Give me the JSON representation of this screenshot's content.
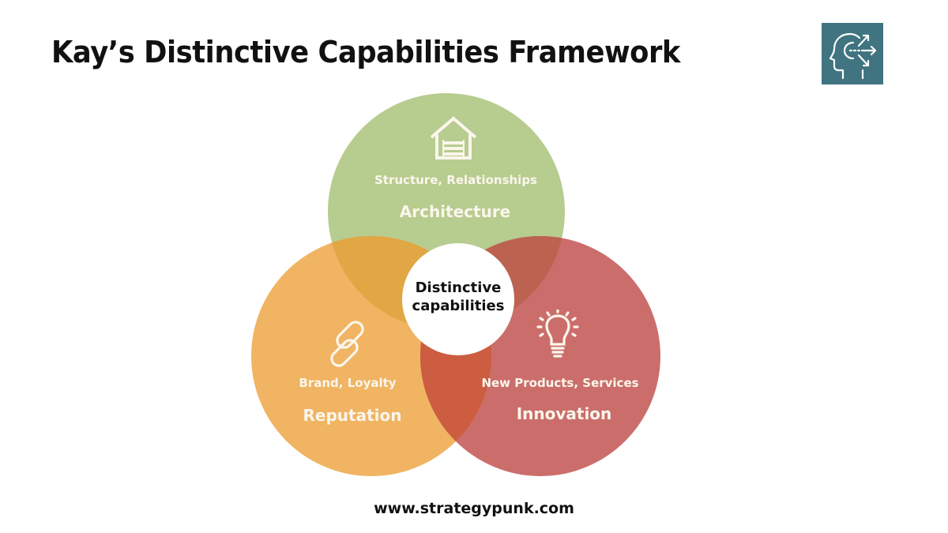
{
  "header": {
    "title": "Kay’s Distinctive Capabilities Framework",
    "logo_icon": "head-with-arrows-icon",
    "logo_bg_color": "#3f7480"
  },
  "diagram": {
    "type": "venn-3",
    "center": {
      "line1": "Distinctive",
      "line2": "capabilities"
    },
    "circles": [
      {
        "key": "architecture",
        "title": "Architecture",
        "subtitle": "Structure, Relationships",
        "icon": "garage-house-icon",
        "color": "#b7cc8f"
      },
      {
        "key": "reputation",
        "title": "Reputation",
        "subtitle": "Brand, Loyalty",
        "icon": "chain-link-icon",
        "color": "#f0b463"
      },
      {
        "key": "innovation",
        "title": "Innovation",
        "subtitle": "New Products, Services",
        "icon": "lightbulb-icon",
        "color": "#cb6e6b"
      }
    ],
    "overlap_colors": {
      "architecture_reputation": "#e0a744",
      "architecture_innovation": "#bb6350",
      "reputation_innovation": "#cc5d40"
    }
  },
  "footer": {
    "url": "www.strategypunk.com"
  }
}
